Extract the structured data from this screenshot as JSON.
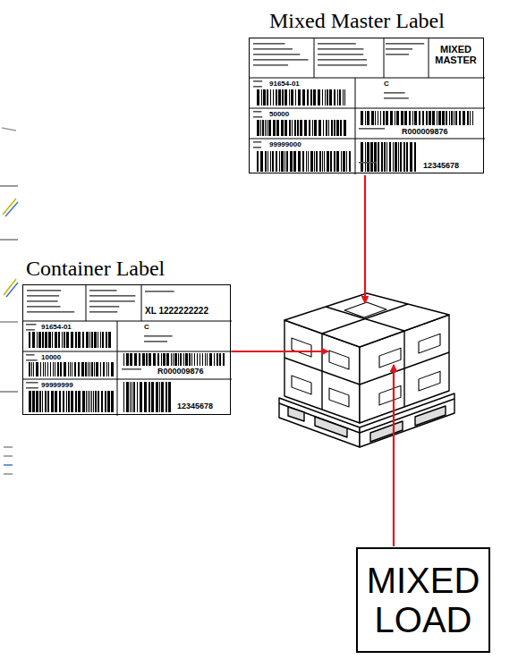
{
  "diagram": {
    "nodes": [
      {
        "text": [
          "Mixed Master Label",
          "MIXED MASTER",
          "91654-01",
          "C",
          "50000",
          "R000009876",
          "99999000",
          "12345678"
        ]
      },
      {
        "text": [
          "Container Label",
          "XL 1222222222",
          "91654-01",
          "C",
          "10000",
          "R000009876",
          "99999999",
          "12345678"
        ]
      },
      {
        "text": [
          "MIXED LOAD"
        ]
      }
    ]
  }
}
